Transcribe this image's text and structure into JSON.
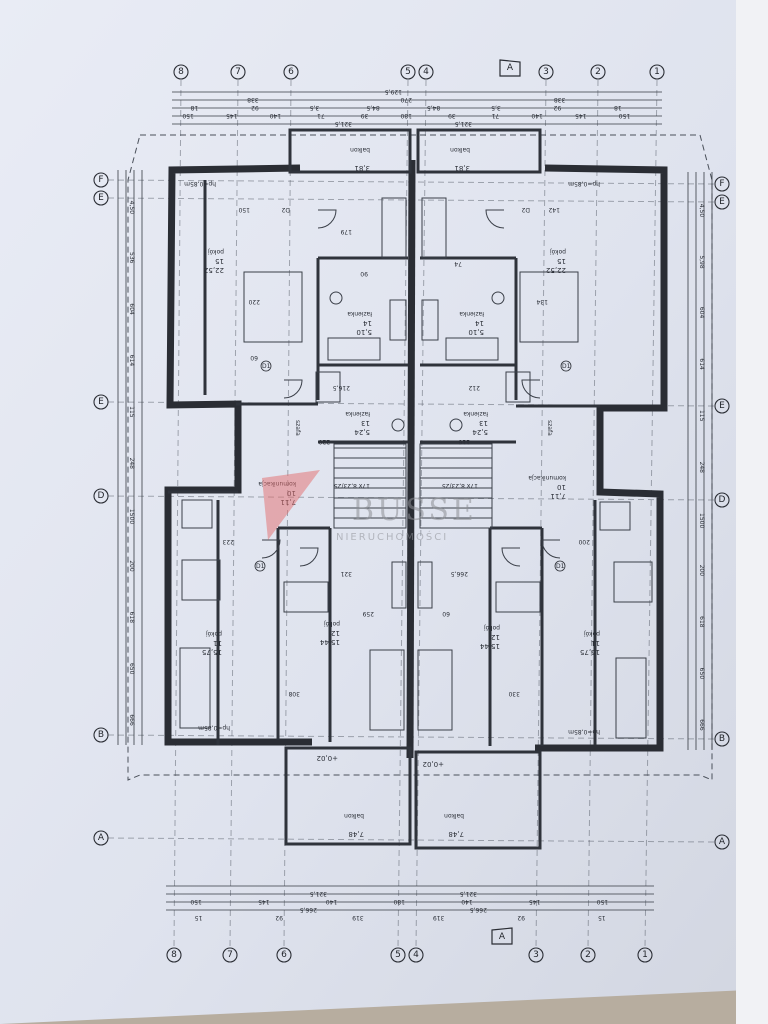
{
  "watermark": {
    "brand": "BUSSE",
    "sub": "NIERUCHOMOŚCI"
  },
  "top_axes": [
    "8",
    "7",
    "6",
    "5",
    "4",
    "3",
    "2",
    "1"
  ],
  "bottom_axes": [
    "8",
    "7",
    "6",
    "5",
    "4",
    "3",
    "2",
    "1"
  ],
  "side_axes": [
    "F",
    "E",
    "E",
    "D",
    "B",
    "A"
  ],
  "section_marker": "A",
  "top_dims": {
    "row1": [
      "129,5"
    ],
    "row2": [
      "338",
      "270",
      "338"
    ],
    "row3": [
      "150",
      "145",
      "140",
      "71",
      "39",
      "180",
      "39",
      "71",
      "140",
      "145",
      "150"
    ],
    "row4": [
      "321,5",
      "321,5"
    ],
    "row5": [
      "18",
      "92",
      "3,5",
      "84,5",
      "84,5",
      "3,5",
      "92",
      "18"
    ]
  },
  "bottom_dims": {
    "row1": [
      "321,5",
      "321,5"
    ],
    "row2": [
      "150",
      "145",
      "140",
      "180",
      "140",
      "145",
      "150"
    ],
    "row3": [
      "266,5",
      "266,5"
    ],
    "row4": [
      "15",
      "92",
      "319",
      "319",
      "92",
      "15"
    ]
  },
  "left_dims": [
    "4,50",
    "536",
    "604",
    "614",
    "115",
    "248",
    "1500",
    "200",
    "618",
    "650",
    "666"
  ],
  "right_dims": [
    "4,50",
    "5,98",
    "604",
    "614",
    "115",
    "248",
    "1500",
    "200",
    "618",
    "650",
    "666"
  ],
  "rooms": [
    {
      "id": "bedroom-left",
      "name": "pokój",
      "num": "15",
      "area": "22,52"
    },
    {
      "id": "bedroom-right",
      "name": "pokój",
      "num": "15",
      "area": "22,52"
    },
    {
      "id": "bath-left",
      "name": "łazienka",
      "num": "14",
      "area": "5,10"
    },
    {
      "id": "bath-right",
      "name": "łazienka",
      "num": "14",
      "area": "5,10"
    },
    {
      "id": "wc-left",
      "name": "łazienka",
      "num": "13",
      "area": "5,24"
    },
    {
      "id": "wc-right",
      "name": "łazienka",
      "num": "13",
      "area": "5,24"
    },
    {
      "id": "hall-left",
      "name": "komunikacja",
      "num": "10",
      "area": "7,11"
    },
    {
      "id": "hall-right",
      "name": "komunikacja",
      "num": "10",
      "area": "7,11"
    },
    {
      "id": "room11-left",
      "name": "pokój",
      "num": "11",
      "area": "15,75"
    },
    {
      "id": "room11-right",
      "name": "pokój",
      "num": "11",
      "area": "15,75"
    },
    {
      "id": "room12-left",
      "name": "pokój",
      "num": "12",
      "area": "15,44"
    },
    {
      "id": "room12-right",
      "name": "pokój",
      "num": "12",
      "area": "15,44"
    },
    {
      "id": "balcony-top-left",
      "name": "balkon",
      "num": "",
      "area": "3,81"
    },
    {
      "id": "balcony-top-right",
      "name": "balkon",
      "num": "",
      "area": "3,81"
    },
    {
      "id": "balcony-bottom-left",
      "name": "balkon",
      "num": "",
      "area": "7,48"
    },
    {
      "id": "balcony-bottom-right",
      "name": "balkon",
      "num": "",
      "area": "7,48"
    }
  ],
  "misc_labels": {
    "stairs": "17x 8,23/25",
    "sill_top": "hp=0,85m",
    "sill_bottom": "hp=0,85m",
    "dims_interior": [
      "150",
      "220",
      "179",
      "90",
      "60",
      "74",
      "134",
      "142",
      "216,5",
      "212",
      "223",
      "200",
      "321",
      "266,5",
      "308",
      "330",
      "220",
      "116",
      "259",
      "60"
    ],
    "door": "D1",
    "door2": "D2",
    "wardrobe": "szafa",
    "level": "+0,02"
  }
}
